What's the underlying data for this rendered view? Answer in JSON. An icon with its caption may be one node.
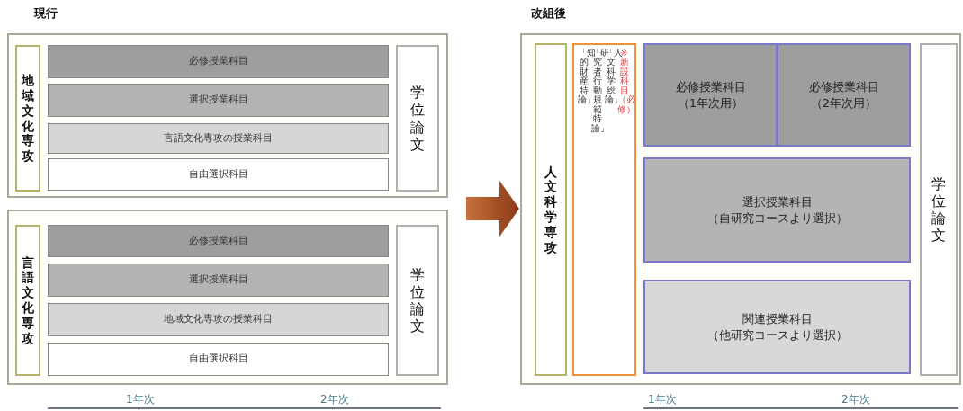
{
  "diagram": {
    "nodes": [
      {
        "text": [],
        "shape": "box"
      },
      {
        "text": [
          "地域文化専攻"
        ],
        "in": 0
      },
      {
        "text": [
          "必修授業科目"
        ],
        "in": 0
      },
      {
        "text": [
          "選択授業科目"
        ],
        "in": 0
      },
      {
        "text": [
          "言語文化専攻の授業科目"
        ],
        "in": 0
      },
      {
        "text": [
          "自由選択科目"
        ],
        "in": 0
      },
      {
        "text": [
          "学位論文"
        ],
        "in": 0
      },
      {
        "text": [],
        "shape": "box"
      },
      {
        "text": [
          "言語文化専攻"
        ],
        "in": 7
      },
      {
        "text": [
          "必修授業科目"
        ],
        "in": 7
      },
      {
        "text": [
          "選択授業科目"
        ],
        "in": 7
      },
      {
        "text": [
          "地域文化専攻の授業科目"
        ],
        "in": 7
      },
      {
        "text": [
          "自由選択科目"
        ],
        "in": 7
      },
      {
        "text": [
          "学位論文"
        ],
        "in": 7
      },
      {
        "text": [],
        "shape": "box"
      },
      {
        "text": [
          "人文科学専攻"
        ],
        "in": 14
      },
      {
        "text": [
          "※新設科目（必修）",
          "「人文科学総論」",
          "「研究者行動規範特論」",
          "「知的財産特論」"
        ],
        "in": 14
      },
      {
        "text": [
          "必修授業科目",
          "（1年次用）"
        ],
        "in": 14
      },
      {
        "text": [
          "必修授業科目",
          "（2年次用）"
        ],
        "in": 14
      },
      {
        "text": [
          "選択授業科目",
          "（自研究コースより選択）"
        ],
        "in": 14
      },
      {
        "text": [
          "関連授業科目",
          "（他研究コースより選択）"
        ],
        "in": 14
      },
      {
        "text": [
          "学位論文"
        ],
        "in": 14
      }
    ],
    "edges": [
      {
        "from": null,
        "to": 14,
        "arrow": "to",
        "style": "thick"
      }
    ],
    "labels": [
      "現行",
      "改組後",
      "1年次",
      "2年次",
      "1年次",
      "2年次"
    ]
  }
}
